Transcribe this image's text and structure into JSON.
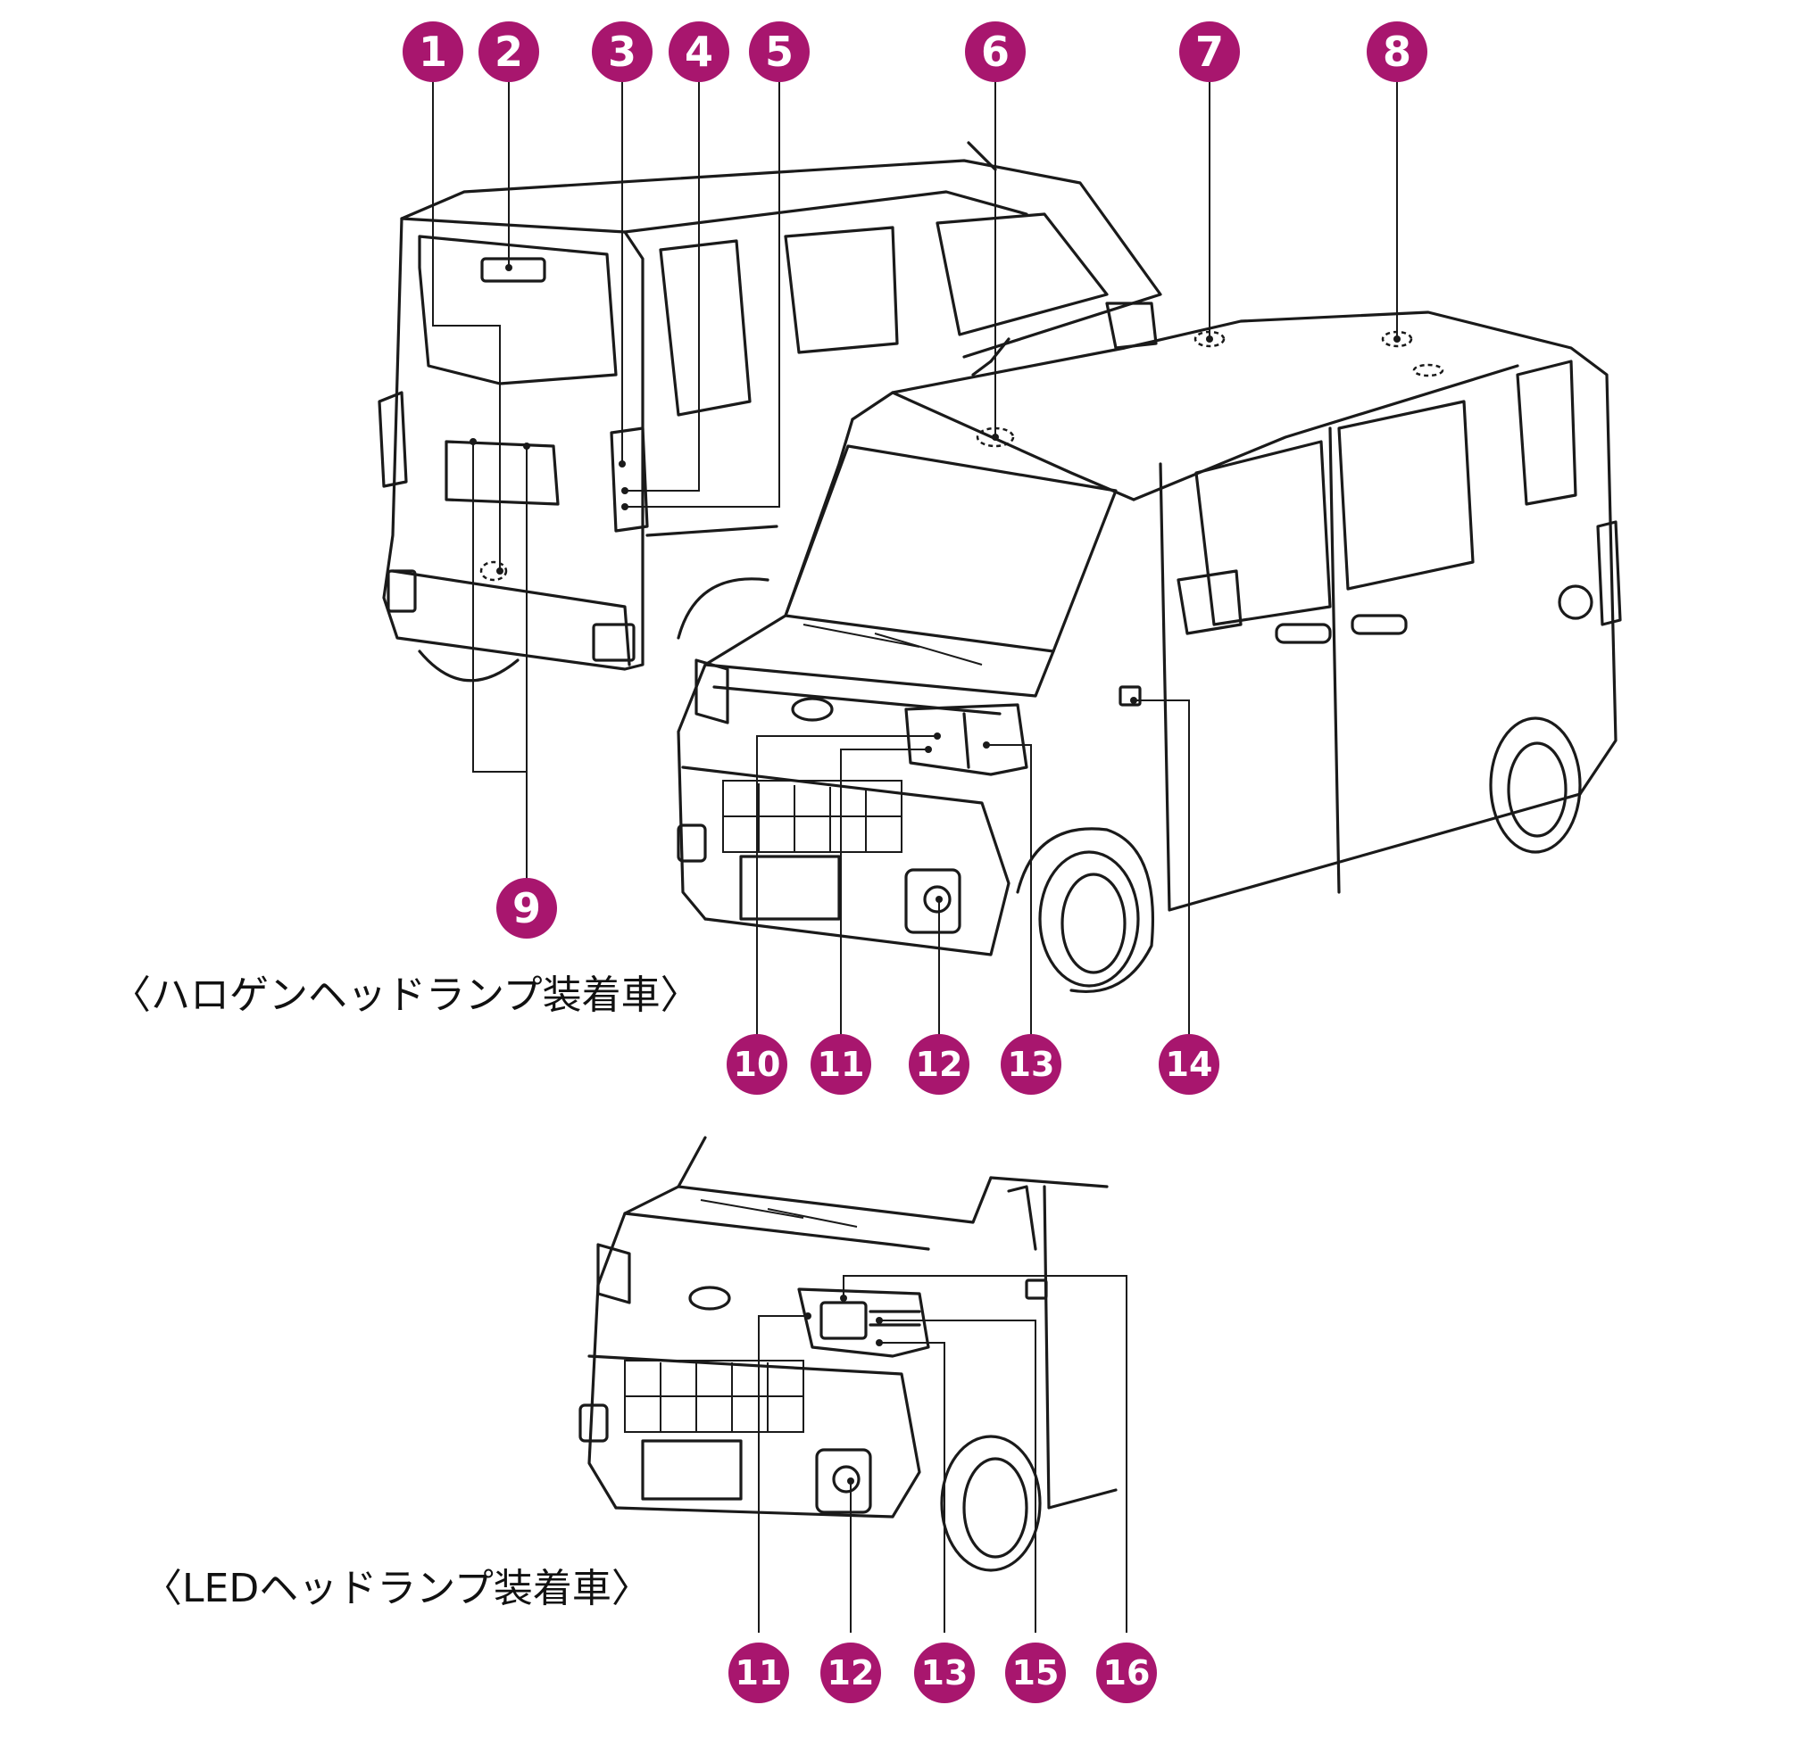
{
  "colors": {
    "badge": "#a8166e",
    "line": "#1a1a1a",
    "background": "#ffffff"
  },
  "captions": {
    "halogen": "〈ハロゲンヘッドランプ装着車〉",
    "led": "〈LEDヘッドランプ装着車〉"
  },
  "callouts": {
    "top": [
      "1",
      "2",
      "3",
      "4",
      "5",
      "6",
      "7",
      "8",
      "9",
      "10",
      "11",
      "12",
      "13",
      "14"
    ],
    "led": [
      "11",
      "12",
      "13",
      "15",
      "16"
    ]
  }
}
